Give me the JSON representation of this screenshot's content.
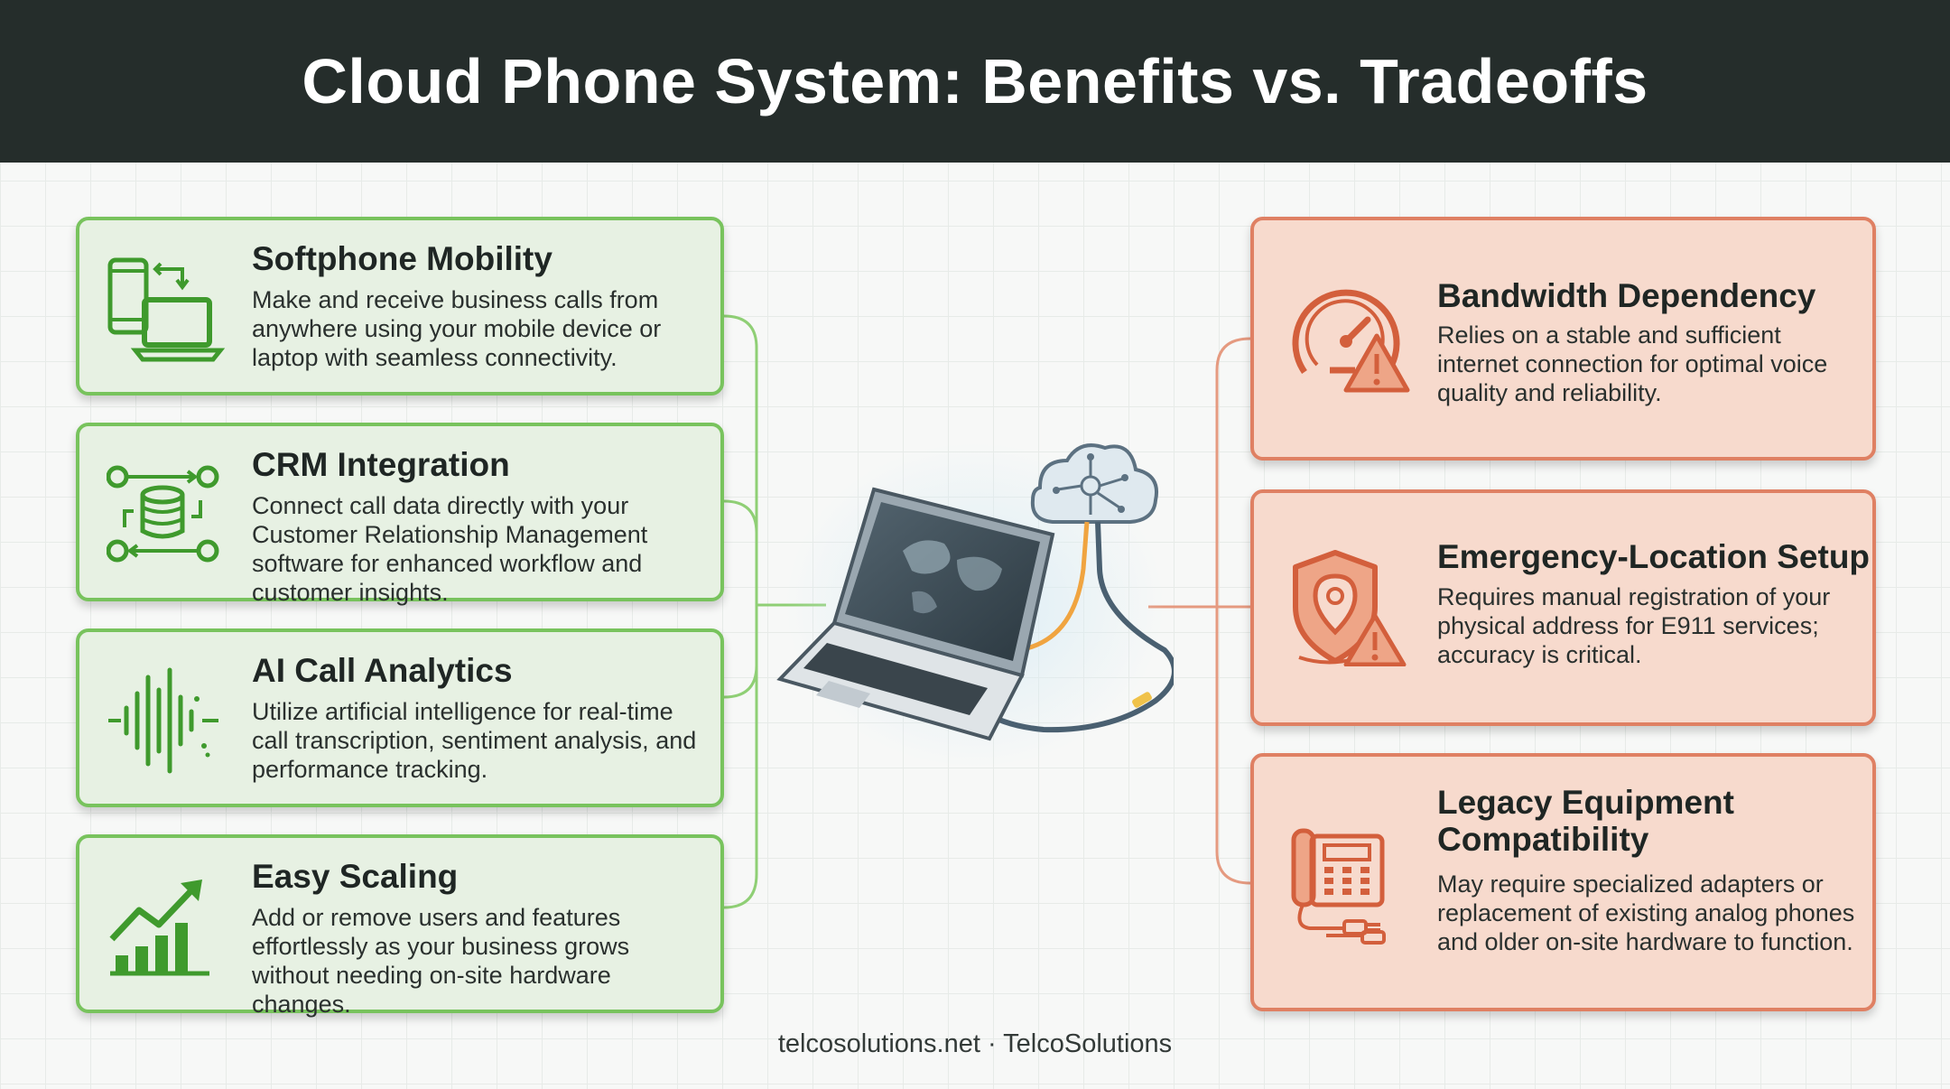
{
  "header": {
    "title": "Cloud Phone System: Benefits vs. Tradeoffs"
  },
  "benefits": [
    {
      "title": "Softphone Mobility",
      "description": "Make and receive business calls from anywhere using your mobile device or laptop with seamless connectivity.",
      "icon": "devices-sync-icon"
    },
    {
      "title": "CRM Integration",
      "description": "Connect call data directly with your Customer Relationship Management software for enhanced workflow and customer insights.",
      "icon": "database-flow-icon"
    },
    {
      "title": "AI Call Analytics",
      "description": "Utilize artificial intelligence for real-time call transcription, sentiment analysis, and performance tracking.",
      "icon": "sound-wave-icon"
    },
    {
      "title": "Easy Scaling",
      "description": "Add or remove users and features effortlessly as your business grows without needing on-site hardware changes.",
      "icon": "growth-chart-icon"
    }
  ],
  "tradeoffs": [
    {
      "title": "Bandwidth Dependency",
      "description": "Relies on a stable and sufficient internet connection for optimal voice quality and reliability.",
      "icon": "speedometer-warning-icon"
    },
    {
      "title": "Emergency-Location Setup",
      "description": "Requires manual registration of your physical address for E911 services; accuracy is critical.",
      "icon": "location-shield-warning-icon"
    },
    {
      "title": "Legacy Equipment Compatibility",
      "description": "May require specialized adapters or replacement of existing analog phones and older on-site hardware to function.",
      "icon": "desk-phone-adapter-icon"
    }
  ],
  "footer": {
    "text": "telcosolutions.net · TelcoSolutions"
  },
  "colors": {
    "header_bg": "#252d2b",
    "benefit_border": "#78c35d",
    "benefit_bg": "#e7f1e3",
    "benefit_icon": "#3f9a2d",
    "tradeoff_border": "#df8063",
    "tradeoff_bg": "#f7dacd",
    "tradeoff_icon": "#d35f3c"
  }
}
